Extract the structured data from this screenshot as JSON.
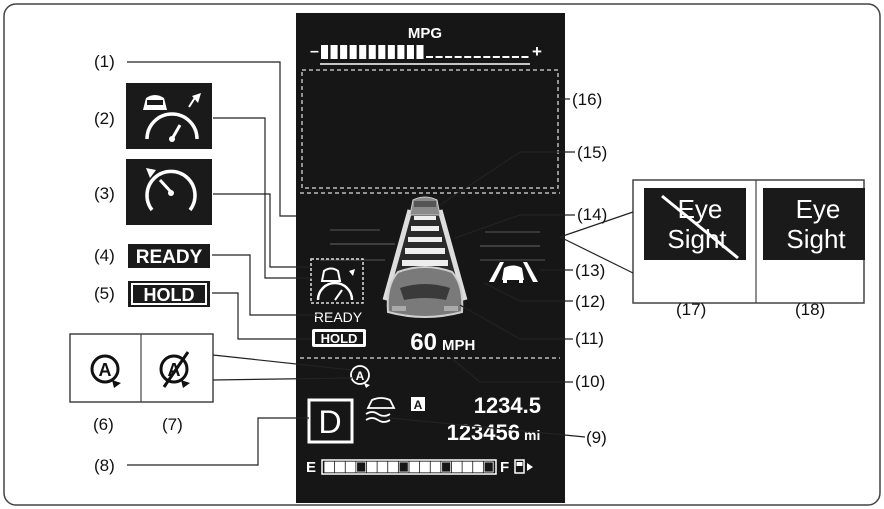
{
  "callouts": [
    "(1)",
    "(2)",
    "(3)",
    "(4)",
    "(5)",
    "(6)",
    "(7)",
    "(8)",
    "(9)",
    "(10)",
    "(11)",
    "(12)",
    "(13)",
    "(14)",
    "(15)",
    "(16)",
    "(17)",
    "(18)"
  ],
  "display": {
    "mpg_label": "MPG",
    "mpg_minus": "–",
    "mpg_plus": "+",
    "mpg_level_fraction": 0.5,
    "speed_value": "60",
    "speed_unit": "MPH",
    "gear": "D",
    "trip_badge": "A",
    "trip_value": "1234.5",
    "odometer_value": "123456",
    "odometer_unit": "mi",
    "fuel_empty": "E",
    "fuel_full": "F",
    "fuel_level_fraction": 1.0,
    "ready_text": "READY",
    "hold_text": "HOLD"
  },
  "legend_icons": {
    "ready_label": "READY",
    "hold_label": "HOLD",
    "eyesight_line1": "Eye",
    "eyesight_line2": "Sight"
  },
  "colors": {
    "panel_bg": "#161616",
    "icon_bg": "#1a1a1a",
    "frame_border": "#444444"
  }
}
